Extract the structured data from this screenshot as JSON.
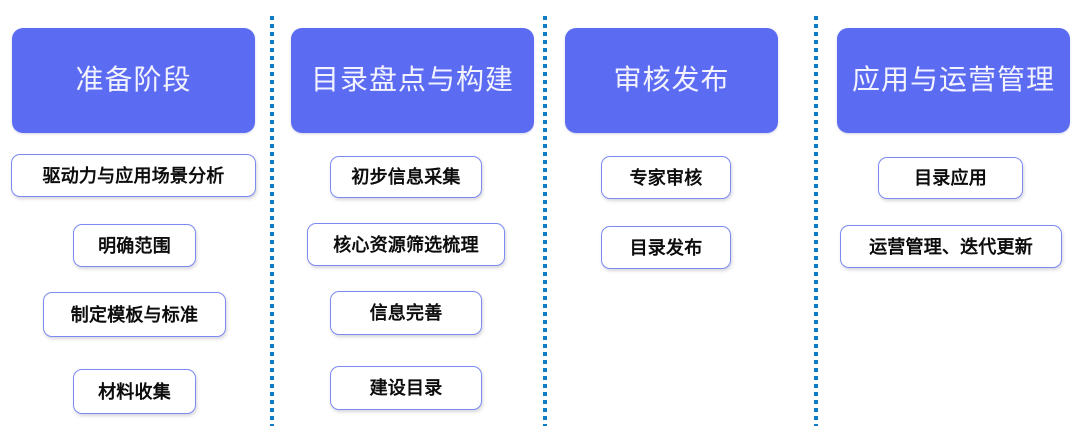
{
  "diagram": {
    "title_text_color": "#f2f3ff",
    "header_color": "#5c6cf2",
    "step_border_color": "#7b8bf2",
    "separator_color": "#0d7cc4",
    "background_color": "#ffffff",
    "columns": [
      {
        "id": "preparation",
        "header": "准备阶段",
        "steps": [
          "驱动力与应用场景分析",
          "明确范围",
          "制定模板与标准",
          "材料收集"
        ]
      },
      {
        "id": "catalog-inventory-build",
        "header": "目录盘点与构建",
        "steps": [
          "初步信息采集",
          "核心资源筛选梳理",
          "信息完善",
          "建设目录"
        ]
      },
      {
        "id": "review-publish",
        "header": "审核发布",
        "steps": [
          "专家审核",
          "目录发布"
        ]
      },
      {
        "id": "application-operations",
        "header": "应用与运营管理",
        "steps": [
          "目录应用",
          "运营管理、迭代更新"
        ]
      }
    ],
    "separators": [
      "separator-1",
      "separator-2",
      "separator-3"
    ]
  }
}
